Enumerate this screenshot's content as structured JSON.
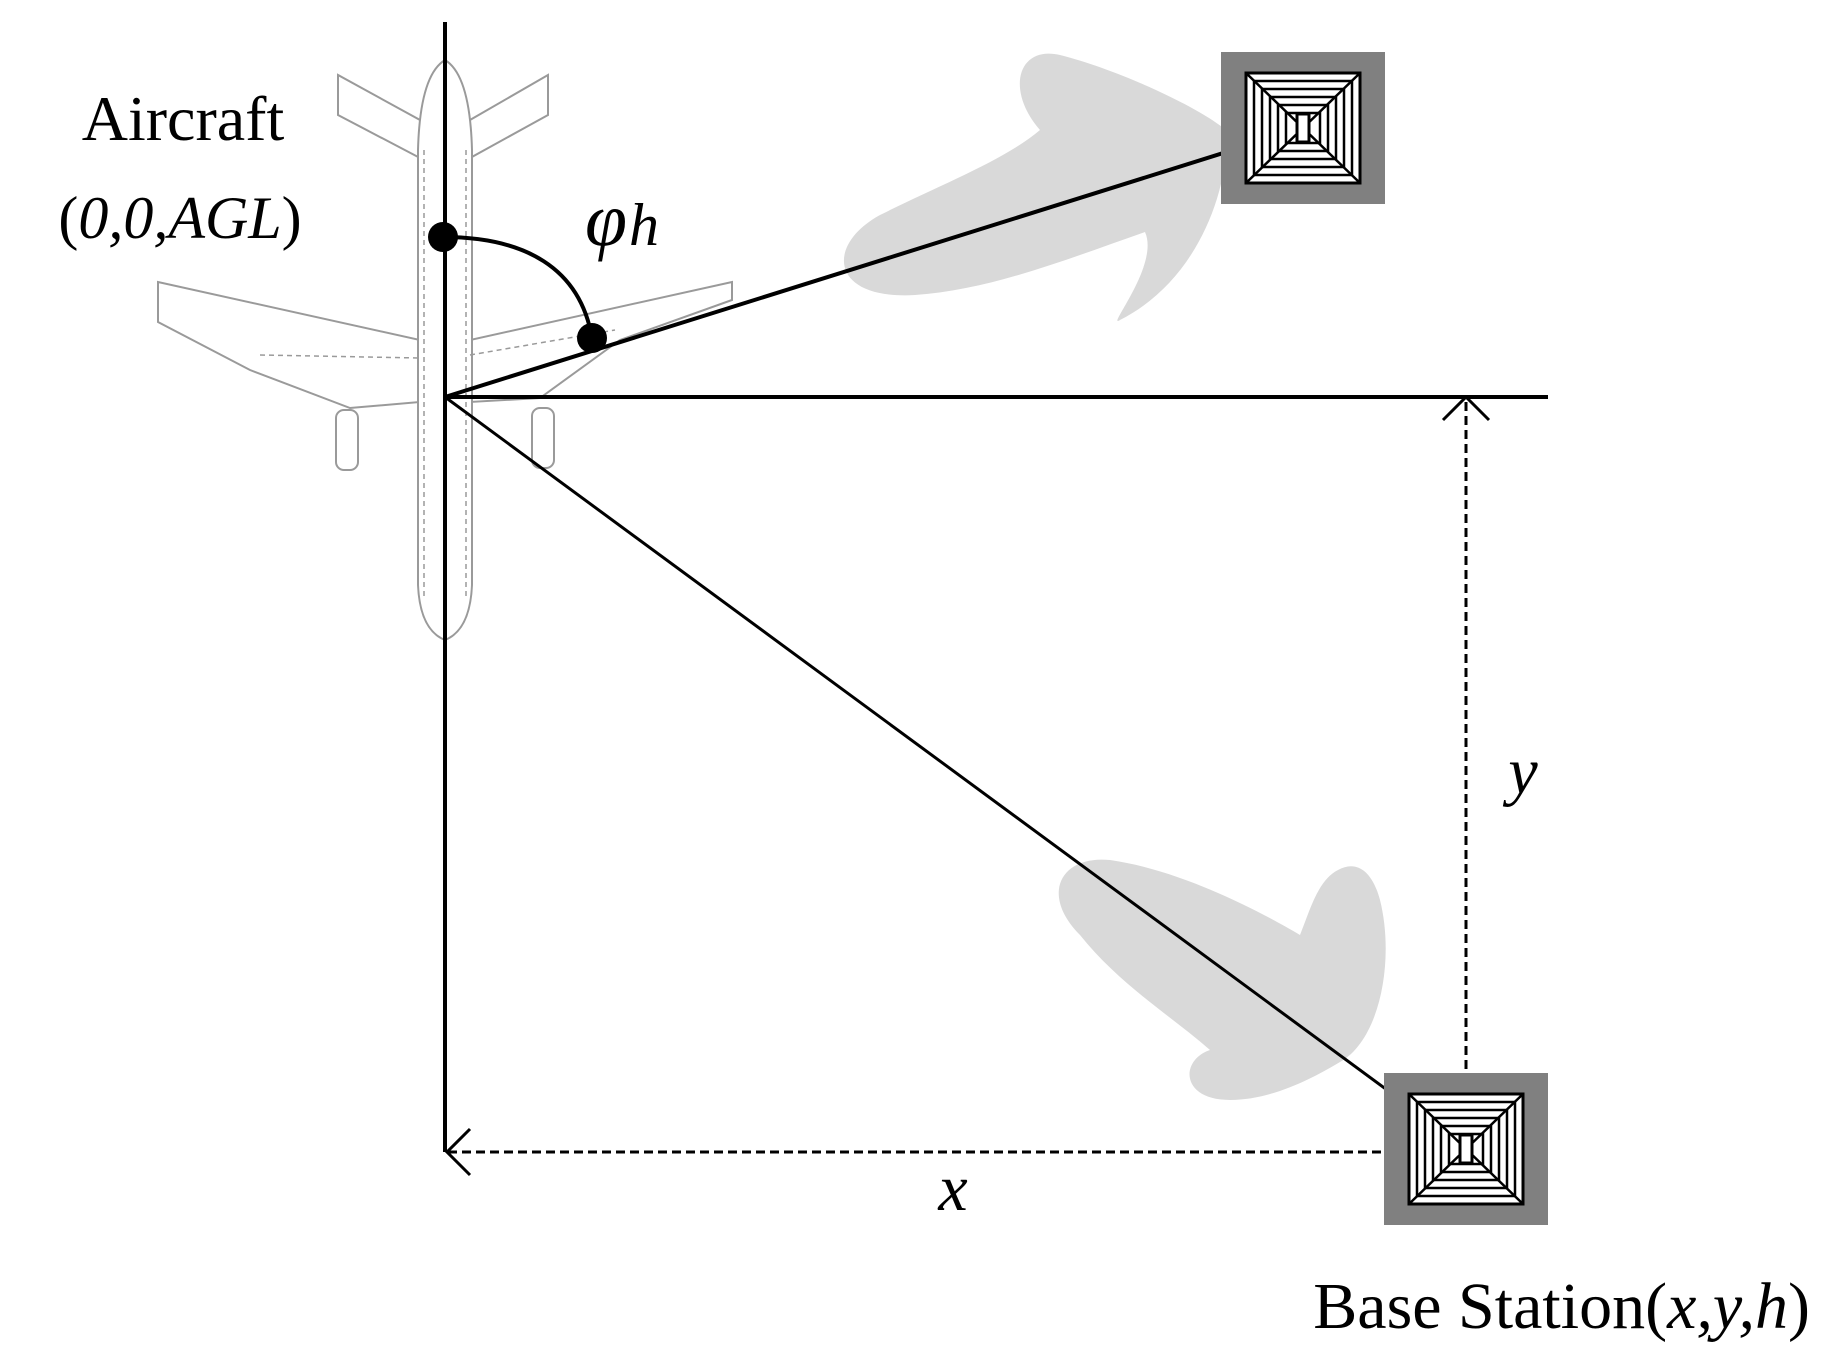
{
  "labels": {
    "aircraft": "Aircraft",
    "aircraft_coords": {
      "open": "(",
      "value": "0,0,AGL",
      "close": ")"
    },
    "angle_symbol": "φ",
    "angle_subscript": "h",
    "axis_y": "y",
    "axis_x": "x",
    "base_station_prefix": "Base Station",
    "base_station_coords": {
      "open": "(",
      "value": "x,y,h",
      "close": ")"
    }
  },
  "colors": {
    "line": "#000000",
    "beam": "#d9d9d9",
    "station_frame": "#808080",
    "aircraft_outline": "#9a9a9a",
    "background": "#ffffff"
  },
  "icons": {
    "aircraft": "airplane-top-view-icon",
    "base_station": "base-station-antenna-icon",
    "beam": "antenna-beam-lobe-icon"
  }
}
